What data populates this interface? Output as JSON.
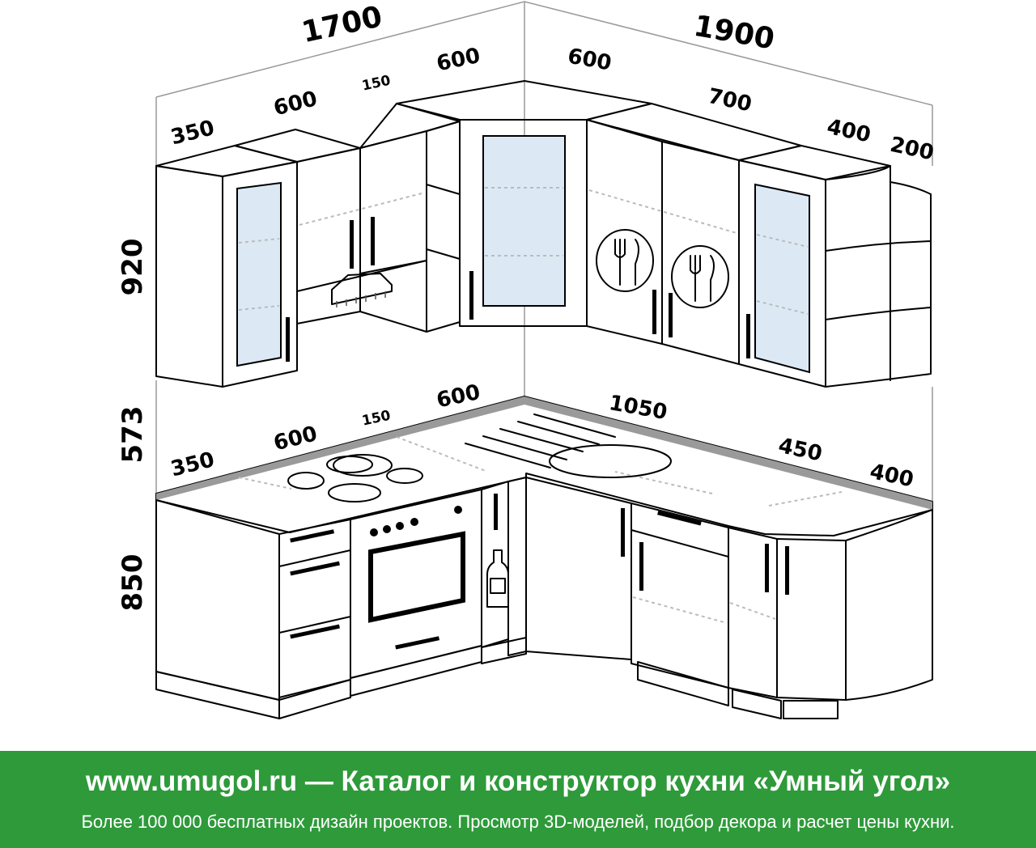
{
  "dimensions": {
    "top_left_total": "1700",
    "top_right_total": "1900",
    "upper": {
      "left_350": "350",
      "left_600": "600",
      "left_150": "150",
      "corner_left_600": "600",
      "corner_right_600": "600",
      "right_700": "700",
      "right_400": "400",
      "right_200": "200"
    },
    "lower": {
      "left_350": "350",
      "left_600": "600",
      "left_150": "150",
      "corner_600": "600",
      "right_1050": "1050",
      "right_450": "450",
      "right_400": "400"
    },
    "heights": {
      "upper": "920",
      "gap": "573",
      "base": "850"
    }
  },
  "banner": {
    "title": "www.umugol.ru — Каталог и конструктор кухни «Умный угол»",
    "subtitle": "Более 100 000 бесплатных дизайн проектов. Просмотр 3D-моделей, подбор декора и расчет цены кухни."
  },
  "colors": {
    "banner_background": "#2e9a3a",
    "glass": "#dce9f5",
    "countertop_edge": "#9a9a9a"
  },
  "icons": {
    "cutlery_emblem": "fork-and-knife-plate-icon",
    "hood": "range-hood-icon",
    "bottle": "bottle-icon"
  }
}
